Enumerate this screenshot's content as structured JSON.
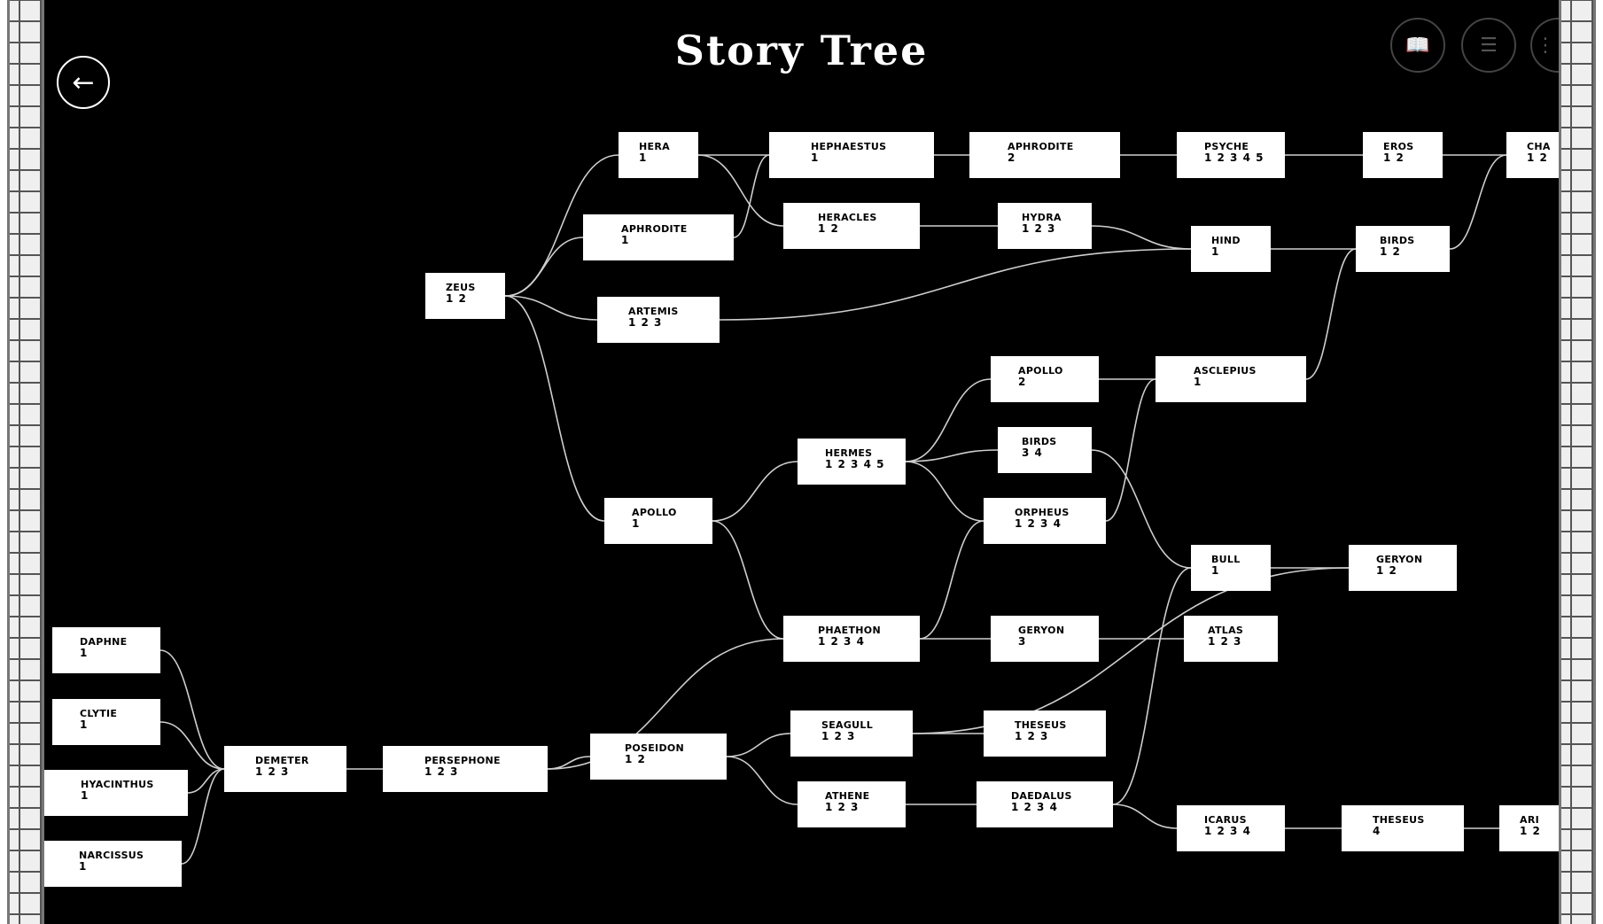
{
  "header": {
    "title": "Story Tree"
  },
  "icons": {
    "back": "arrow-left-icon",
    "book": "book-icon",
    "list": "list-icon",
    "more": "more-icon"
  },
  "nodes": [
    {
      "id": "hera",
      "name": "Hera",
      "nums": "1"
    },
    {
      "id": "hephaestus",
      "name": "Hephaestus",
      "nums": "1"
    },
    {
      "id": "aphrodite2",
      "name": "Aphrodite",
      "nums": "2"
    },
    {
      "id": "psyche",
      "name": "Psyche",
      "nums": "1 2 3 4 5"
    },
    {
      "id": "eros",
      "name": "Eros",
      "nums": "1 2"
    },
    {
      "id": "cha",
      "name": "Cha",
      "nums": "1 2"
    },
    {
      "id": "aphrodite1",
      "name": "Aphrodite",
      "nums": "1"
    },
    {
      "id": "heracles",
      "name": "Heracles",
      "nums": "1 2"
    },
    {
      "id": "hydra",
      "name": "Hydra",
      "nums": "1 2 3"
    },
    {
      "id": "hind",
      "name": "Hind",
      "nums": "1"
    },
    {
      "id": "birds12",
      "name": "Birds",
      "nums": "1 2"
    },
    {
      "id": "zeus",
      "name": "Zeus",
      "nums": "1 2"
    },
    {
      "id": "artemis",
      "name": "Artemis",
      "nums": "1 2 3"
    },
    {
      "id": "apollo2",
      "name": "Apollo",
      "nums": "2"
    },
    {
      "id": "asclepius",
      "name": "Asclepius",
      "nums": "1"
    },
    {
      "id": "birds34",
      "name": "Birds",
      "nums": "3 4"
    },
    {
      "id": "hermes",
      "name": "Hermes",
      "nums": "1 2 3 4 5"
    },
    {
      "id": "apollo1",
      "name": "Apollo",
      "nums": "1"
    },
    {
      "id": "orpheus",
      "name": "Orpheus",
      "nums": "1 2 3 4"
    },
    {
      "id": "bull",
      "name": "Bull",
      "nums": "1"
    },
    {
      "id": "geryon12",
      "name": "Geryon",
      "nums": "1 2"
    },
    {
      "id": "phaethon",
      "name": "Phaethon",
      "nums": "1 2 3 4"
    },
    {
      "id": "geryon3",
      "name": "Geryon",
      "nums": "3"
    },
    {
      "id": "atlas",
      "name": "Atlas",
      "nums": "1 2 3"
    },
    {
      "id": "daphne",
      "name": "Daphne",
      "nums": "1"
    },
    {
      "id": "clytie",
      "name": "Clytie",
      "nums": "1"
    },
    {
      "id": "hyacinthus",
      "name": "Hyacinthus",
      "nums": "1"
    },
    {
      "id": "narcissus",
      "name": "Narcissus",
      "nums": "1"
    },
    {
      "id": "demeter",
      "name": "Demeter",
      "nums": "1 2 3"
    },
    {
      "id": "persephone",
      "name": "Persephone",
      "nums": "1 2 3"
    },
    {
      "id": "poseidon",
      "name": "Poseidon",
      "nums": "1 2"
    },
    {
      "id": "seagull",
      "name": "Seagull",
      "nums": "1 2 3"
    },
    {
      "id": "theseus123",
      "name": "Theseus",
      "nums": "1 2 3"
    },
    {
      "id": "athene",
      "name": "Athene",
      "nums": "1 2 3"
    },
    {
      "id": "daedalus",
      "name": "Daedalus",
      "nums": "1 2 3 4"
    },
    {
      "id": "icarus",
      "name": "Icarus",
      "nums": "1 2 3 4"
    },
    {
      "id": "theseus4",
      "name": "Theseus",
      "nums": "4"
    },
    {
      "id": "ari",
      "name": "Ari",
      "nums": "1 2"
    }
  ],
  "edges": [
    [
      "zeus",
      "hera"
    ],
    [
      "zeus",
      "aphrodite1"
    ],
    [
      "zeus",
      "artemis"
    ],
    [
      "zeus",
      "apollo1"
    ],
    [
      "hera",
      "hephaestus"
    ],
    [
      "hera",
      "heracles"
    ],
    [
      "aphrodite1",
      "hephaestus"
    ],
    [
      "hephaestus",
      "aphrodite2"
    ],
    [
      "aphrodite2",
      "psyche"
    ],
    [
      "psyche",
      "eros"
    ],
    [
      "eros",
      "cha"
    ],
    [
      "heracles",
      "hydra"
    ],
    [
      "hydra",
      "hind"
    ],
    [
      "artemis",
      "hind"
    ],
    [
      "hind",
      "birds12"
    ],
    [
      "asclepius",
      "birds12"
    ],
    [
      "birds12",
      "cha"
    ],
    [
      "apollo1",
      "hermes"
    ],
    [
      "apollo1",
      "phaethon"
    ],
    [
      "hermes",
      "apollo2"
    ],
    [
      "hermes",
      "birds34"
    ],
    [
      "hermes",
      "orpheus"
    ],
    [
      "apollo2",
      "asclepius"
    ],
    [
      "orpheus",
      "asclepius"
    ],
    [
      "birds34",
      "bull"
    ],
    [
      "bull",
      "geryon12"
    ],
    [
      "phaethon",
      "geryon3"
    ],
    [
      "phaethon",
      "orpheus"
    ],
    [
      "geryon3",
      "atlas"
    ],
    [
      "daphne",
      "demeter"
    ],
    [
      "clytie",
      "demeter"
    ],
    [
      "hyacinthus",
      "demeter"
    ],
    [
      "narcissus",
      "demeter"
    ],
    [
      "demeter",
      "persephone"
    ],
    [
      "persephone",
      "poseidon"
    ],
    [
      "persephone",
      "phaethon"
    ],
    [
      "poseidon",
      "seagull"
    ],
    [
      "poseidon",
      "athene"
    ],
    [
      "seagull",
      "theseus123"
    ],
    [
      "seagull",
      "geryon12"
    ],
    [
      "athene",
      "daedalus"
    ],
    [
      "daedalus",
      "bull"
    ],
    [
      "daedalus",
      "icarus"
    ],
    [
      "icarus",
      "theseus4"
    ],
    [
      "theseus4",
      "ari"
    ]
  ]
}
